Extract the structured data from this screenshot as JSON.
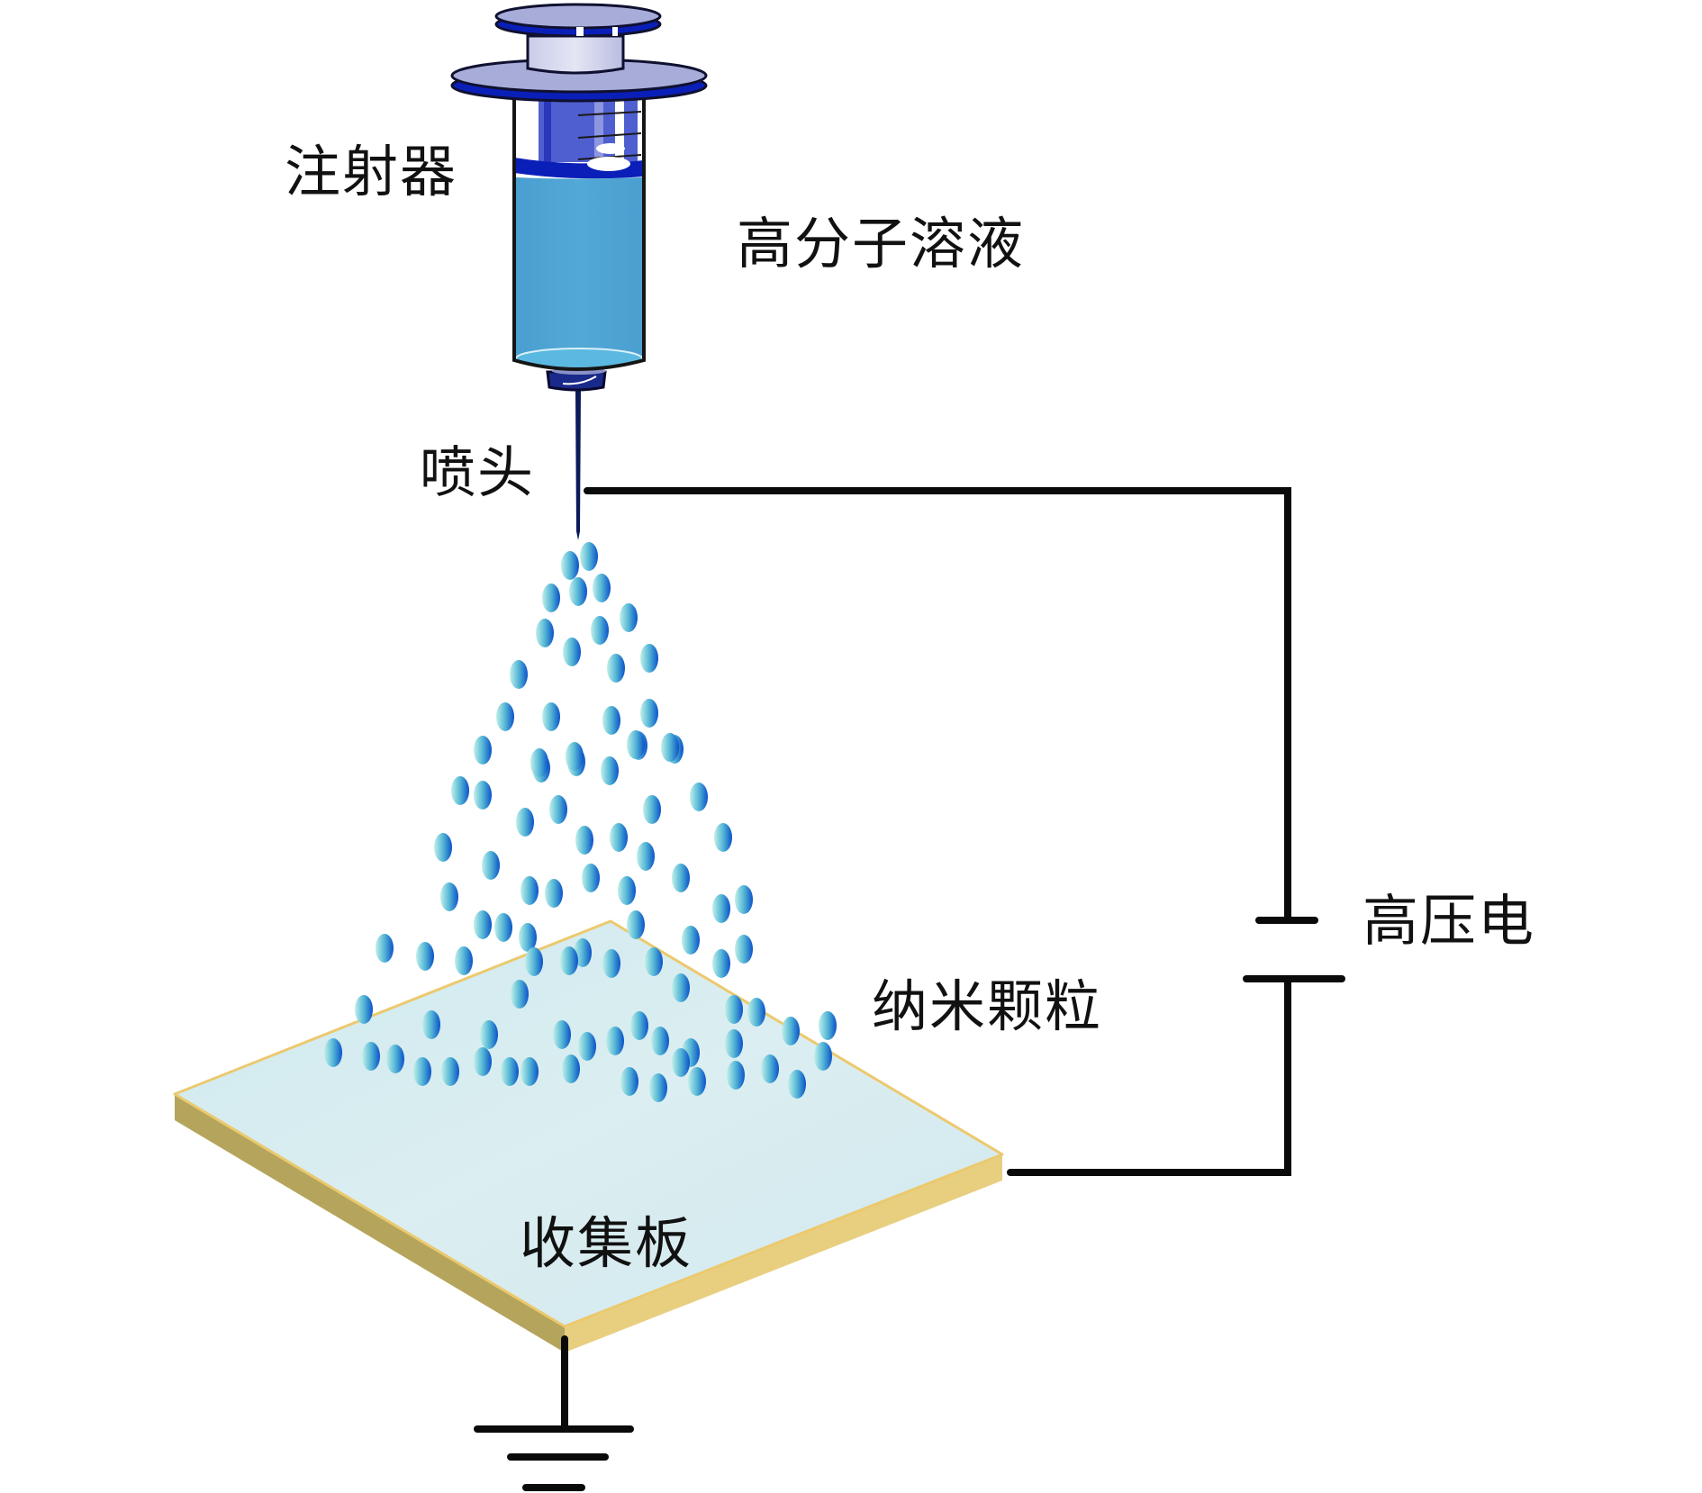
{
  "title": "静电喷雾制备纳米颗粒示意图",
  "labels": {
    "syringe": "注射器",
    "solution": "高分子溶液",
    "nozzle": "喷头",
    "voltage": "高压电",
    "particles": "纳米颗粒",
    "plate": "收集板"
  },
  "components": {
    "syringe": "syringe-icon",
    "needle": "needle-icon",
    "power_supply": "battery-symbol-icon",
    "ground": "ground-symbol-icon",
    "collector": "collector-plate"
  },
  "colors": {
    "liquid": "#4fa6d4",
    "plunger": "#4f5fd0",
    "rim": "#0a1fb8",
    "disc": "#a7acd8",
    "droplet_light": "#b8ece8",
    "droplet_dark": "#0b52c8",
    "plate_top": "#d4ecef",
    "plate_edge_light": "#e8cf80",
    "plate_edge_dark": "#b5a55c",
    "wire": "#0a0a0a"
  }
}
